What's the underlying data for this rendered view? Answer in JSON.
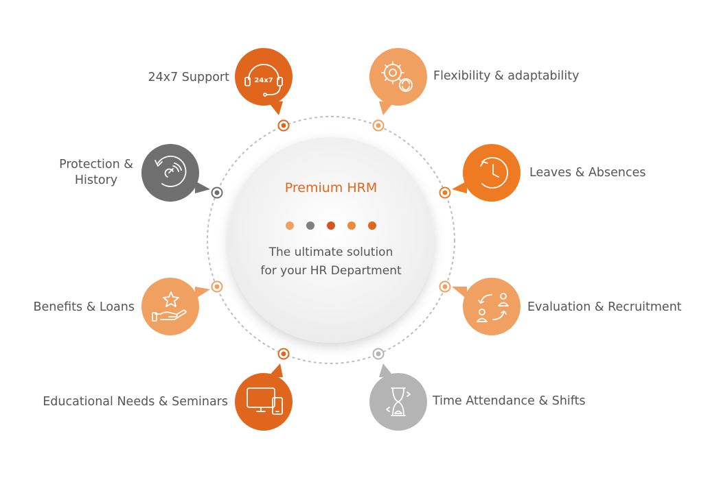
{
  "center": {
    "title": "Premium HRM",
    "subtitle_line1": "The ultimate solution",
    "subtitle_line2": "for your HR Department",
    "dot_colors": [
      "#f0a060",
      "#808080",
      "#d9531e",
      "#ee8a35",
      "#e0661e"
    ]
  },
  "features": [
    {
      "label": "24x7 Support",
      "icon": "headset-icon",
      "badge": "24x7",
      "color": "#e0661e"
    },
    {
      "label": "Flexibility & adaptability",
      "icon": "gears-icon",
      "color": "#f0a060"
    },
    {
      "label": "Leaves & Absences",
      "icon": "clock-icon",
      "color": "#ee7a22"
    },
    {
      "label": "Evaluation & Recruitment",
      "icon": "people-exchange-icon",
      "color": "#f0a060"
    },
    {
      "label": "Time Attendance & Shifts",
      "icon": "hourglass-icon",
      "color": "#b4b4b4"
    },
    {
      "label": "Educational Needs & Seminars",
      "icon": "devices-icon",
      "color": "#e0661e"
    },
    {
      "label": "Benefits & Loans",
      "icon": "star-hand-icon",
      "color": "#f0a060"
    },
    {
      "label_line1": "Protection &",
      "label_line2": "History",
      "icon": "history-icon",
      "color": "#6f6f6f"
    }
  ]
}
